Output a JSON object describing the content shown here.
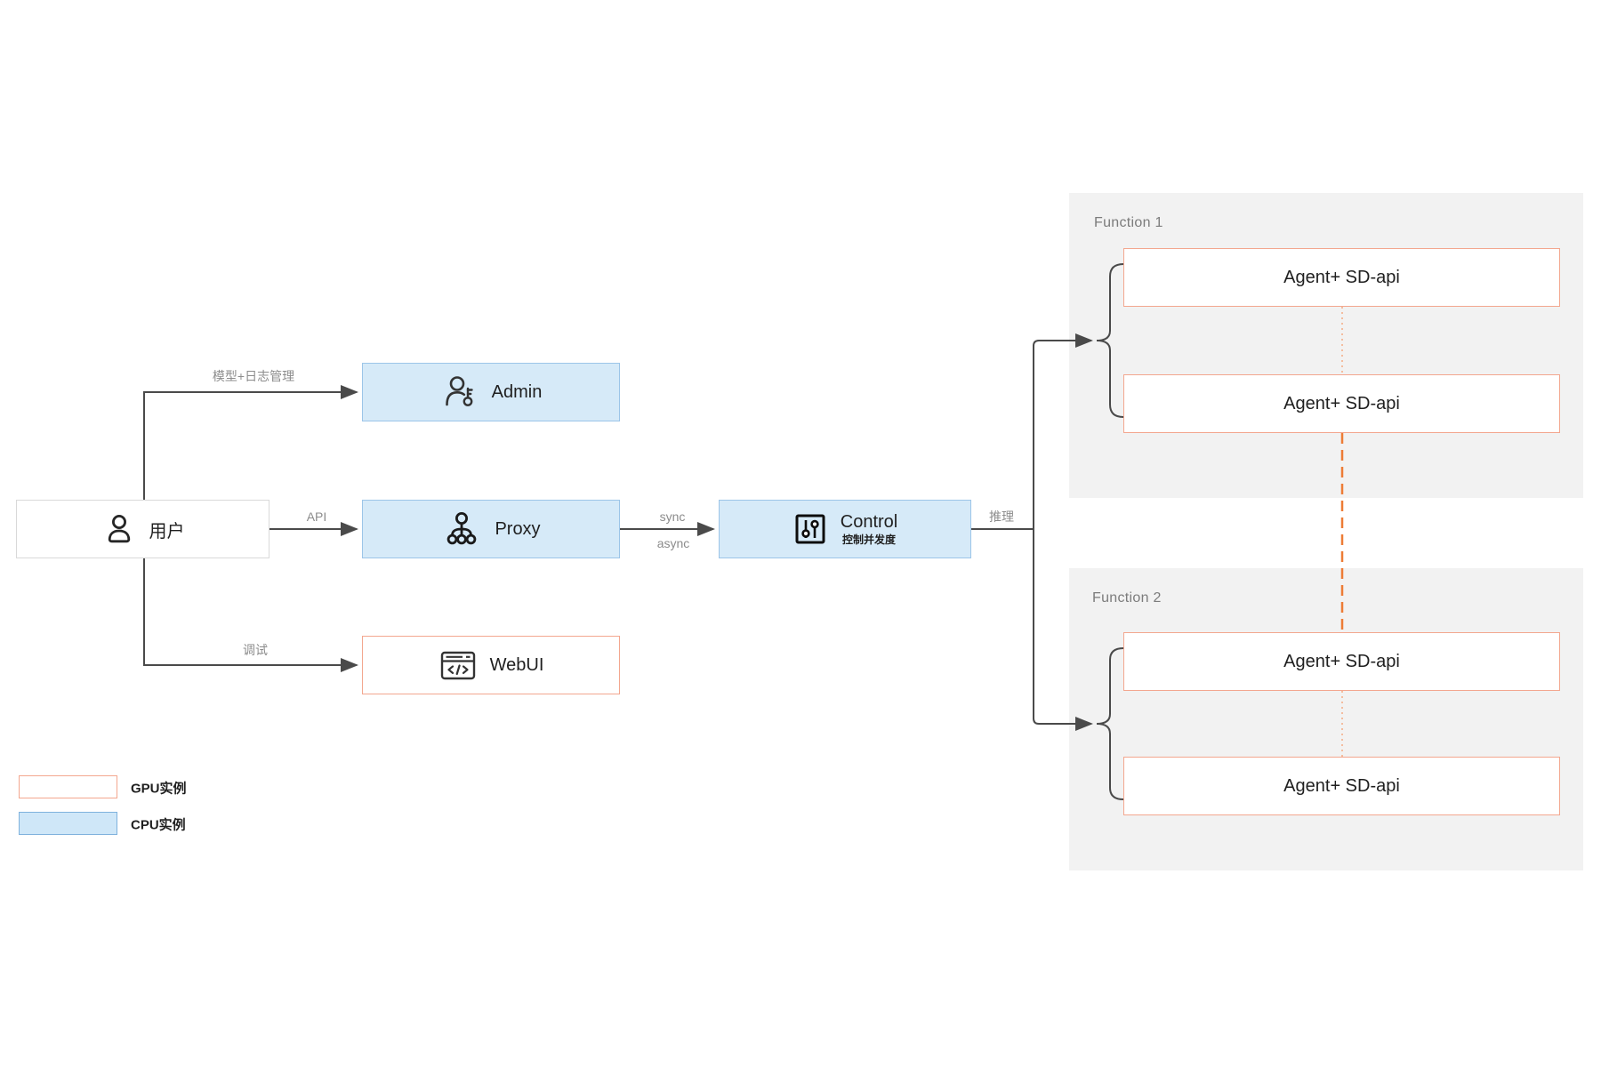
{
  "diagram": {
    "nodes": {
      "user": {
        "label": "用户"
      },
      "admin": {
        "label": "Admin"
      },
      "proxy": {
        "label": "Proxy"
      },
      "webui": {
        "label": "WebUI"
      },
      "control": {
        "label": "Control",
        "sublabel": "控制并发度"
      }
    },
    "edge_labels": {
      "user_admin": "模型+日志管理",
      "user_proxy": "API",
      "user_webui": "调试",
      "sync": "sync",
      "async": "async",
      "inference": "推理"
    },
    "function_groups": [
      {
        "title": "Function 1",
        "instances": [
          "Agent+ SD-api",
          "Agent+ SD-api"
        ]
      },
      {
        "title": "Function 2",
        "instances": [
          "Agent+ SD-api",
          "Agent+ SD-api"
        ]
      }
    ],
    "legend": {
      "gpu_label": "GPU实例",
      "cpu_label": "CPU实例"
    },
    "colors": {
      "cpu_fill": "#d6eaf8",
      "cpu_border": "#9cc5e8",
      "gpu_border": "#f3a78f",
      "panel_bg": "#f2f2f2",
      "dash_strong": "#ed7c36",
      "dash_faint": "#f4bd9f",
      "line": "#4a4a4a",
      "muted_text": "#8c8c8c"
    }
  }
}
